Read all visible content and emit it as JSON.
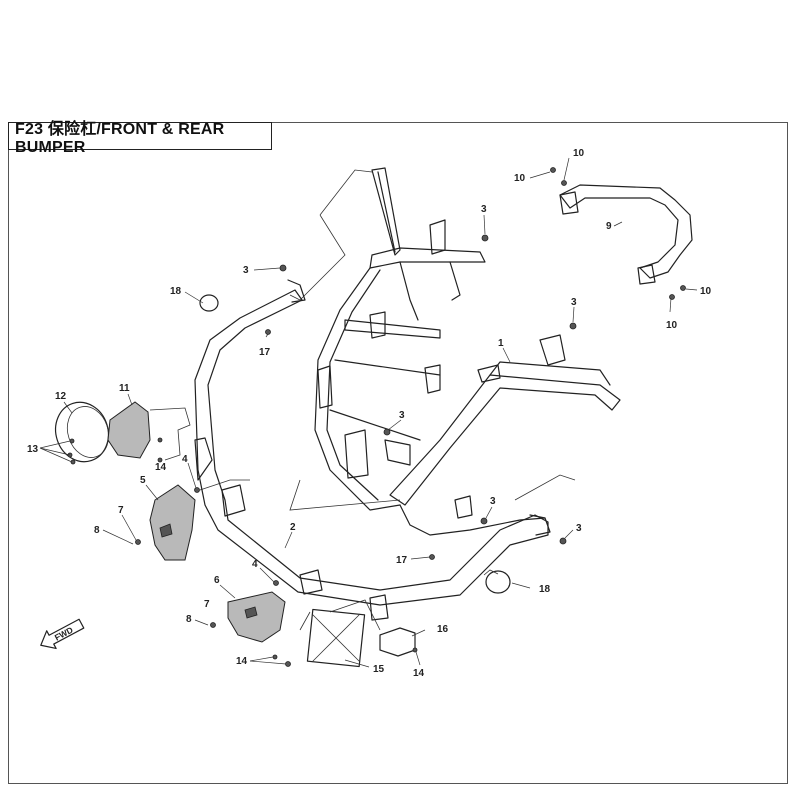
{
  "title": "F23 保险杠/FRONT & REAR BUMPER",
  "fwd_label": "FWD",
  "callouts": {
    "c1": "1",
    "c2": "2",
    "c3a": "3",
    "c3b": "3",
    "c3c": "3",
    "c3d": "3",
    "c3e": "3",
    "c3f": "3",
    "c4a": "4",
    "c4b": "4",
    "c5": "5",
    "c6": "6",
    "c7a": "7",
    "c7b": "7",
    "c8a": "8",
    "c8b": "8",
    "c9": "9",
    "c10a": "10",
    "c10b": "10",
    "c10c": "10",
    "c10d": "10",
    "c11": "11",
    "c12": "12",
    "c13": "13",
    "c14a": "14",
    "c14b": "14",
    "c14c": "14",
    "c15": "15",
    "c16": "16",
    "c17a": "17",
    "c17b": "17",
    "c18a": "18",
    "c18b": "18"
  }
}
